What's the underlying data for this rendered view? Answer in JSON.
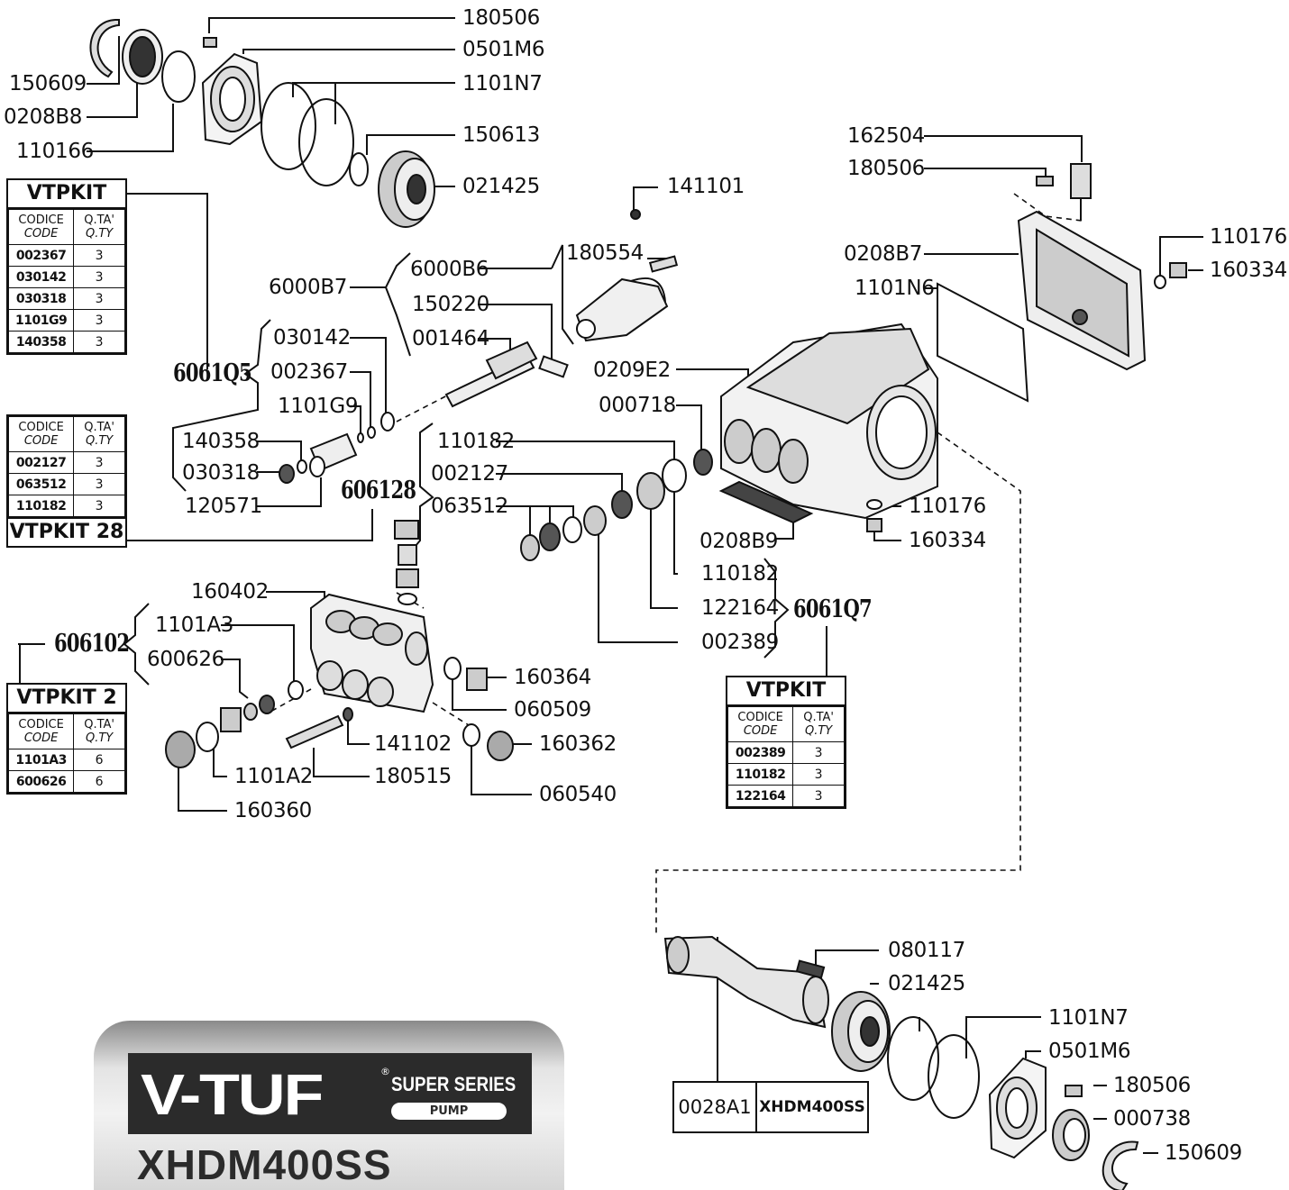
{
  "parts": {
    "p_180506_a": "180506",
    "p_0501M6_a": "0501M6",
    "p_1101N7_a": "1101N7",
    "p_150613": "150613",
    "p_021425_a": "021425",
    "p_150609_a": "150609",
    "p_0208B8": "0208B8",
    "p_110166": "110166",
    "p_141101": "141101",
    "p_180554": "180554",
    "p_6000B6": "6000B6",
    "p_6000B7": "6000B7",
    "p_150220": "150220",
    "p_001464": "001464",
    "p_030142": "030142",
    "p_002367": "002367",
    "p_1101G9": "1101G9",
    "p_140358": "140358",
    "p_030318": "030318",
    "p_120571": "120571",
    "p_162504": "162504",
    "p_180506_b": "180506",
    "p_0208B7": "0208B7",
    "p_1101N6": "1101N6",
    "p_110176_a": "110176",
    "p_160334_a": "160334",
    "p_0209E2": "0209E2",
    "p_000718": "000718",
    "p_110182_a": "110182",
    "p_002127": "002127",
    "p_063512": "063512",
    "p_110176_b": "110176",
    "p_160334_b": "160334",
    "p_0208B9": "0208B9",
    "p_110182_b": "110182",
    "p_122164": "122164",
    "p_002389": "002389",
    "p_160402": "160402",
    "p_1101A3": "1101A3",
    "p_600626": "600626",
    "p_160364": "160364",
    "p_060509": "060509",
    "p_141102": "141102",
    "p_160362": "160362",
    "p_1101A2": "1101A2",
    "p_180515": "180515",
    "p_060540": "060540",
    "p_160360": "160360",
    "p_080117": "080117",
    "p_021425_b": "021425",
    "p_1101N7_b": "1101N7",
    "p_0501M6_b": "0501M6",
    "p_180506_c": "180506",
    "p_000738": "000738",
    "p_150609_b": "150609"
  },
  "groups": {
    "g_6061Q5": "6061Q5",
    "g_606128": "606128",
    "g_606102": "606102",
    "g_6061Q7": "6061Q7"
  },
  "kits": {
    "vtpkit206": {
      "title": "VTPKIT 206",
      "h1a": "CODICE",
      "h1b": "CODE",
      "h2a": "Q.TA'",
      "h2b": "Q.TY",
      "rows": [
        [
          "002367",
          "3"
        ],
        [
          "030142",
          "3"
        ],
        [
          "030318",
          "3"
        ],
        [
          "1101G9",
          "3"
        ],
        [
          "140358",
          "3"
        ]
      ]
    },
    "vtpkit28": {
      "title": "VTPKIT 28",
      "h1a": "CODICE",
      "h1b": "CODE",
      "h2a": "Q.TA'",
      "h2b": "Q.TY",
      "rows": [
        [
          "002127",
          "3"
        ],
        [
          "063512",
          "3"
        ],
        [
          "110182",
          "3"
        ]
      ]
    },
    "vtpkit2": {
      "title": "VTPKIT 2",
      "h1a": "CODICE",
      "h1b": "CODE",
      "h2a": "Q.TA'",
      "h2b": "Q.TY",
      "rows": [
        [
          "1101A3",
          "6"
        ],
        [
          "600626",
          "6"
        ]
      ]
    },
    "vtpkit208": {
      "title": "VTPKIT 208",
      "h1a": "CODICE",
      "h1b": "CODE",
      "h2a": "Q.TA'",
      "h2b": "Q.TY",
      "rows": [
        [
          "002389",
          "3"
        ],
        [
          "110182",
          "3"
        ],
        [
          "122164",
          "3"
        ]
      ]
    }
  },
  "shaft_box": {
    "code": "0028A1",
    "model": "XHDM400SS"
  },
  "logo": {
    "brand": "V-TUF",
    "reg": "®",
    "series": "SUPER SERIES",
    "pump": "PUMP",
    "model": "XHDM400SS"
  }
}
